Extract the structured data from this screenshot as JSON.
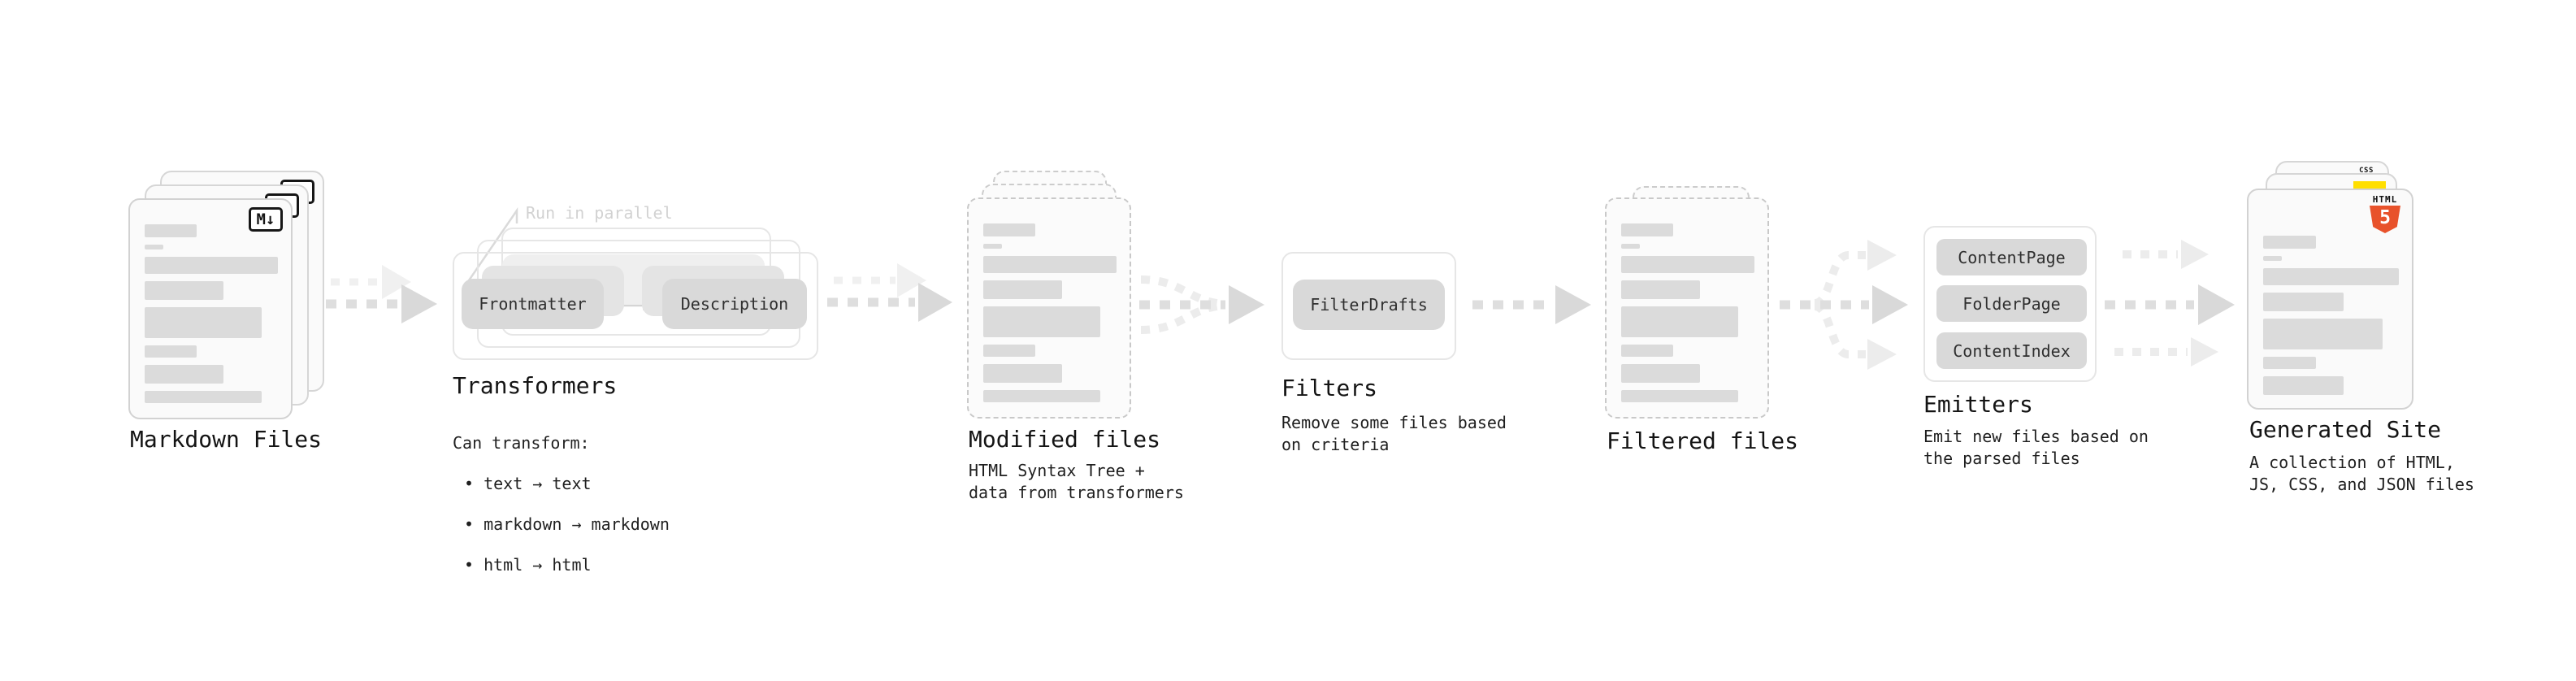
{
  "diagram": {
    "markdown_files": {
      "label": "Markdown Files",
      "icon": "M↓"
    },
    "transformers": {
      "note": "Run in parallel",
      "input_node": "Frontmatter",
      "output_node": "Description",
      "title": "Transformers",
      "desc_heading": "Can transform:",
      "bullets": [
        "• text → text",
        "• markdown → markdown",
        "• html → html"
      ]
    },
    "modified_files": {
      "label": "Modified files",
      "desc": "HTML Syntax Tree +\ndata from transformers"
    },
    "filters": {
      "title": "Filters",
      "node": "FilterDrafts",
      "desc": "Remove some files based\non criteria"
    },
    "filtered_files": {
      "label": "Filtered files"
    },
    "emitters": {
      "title": "Emitters",
      "nodes": [
        "ContentPage",
        "FolderPage",
        "ContentIndex"
      ],
      "desc": "Emit new files based on\nthe parsed files"
    },
    "generated_site": {
      "label": "Generated Site",
      "desc": "A collection of HTML,\nJS, CSS, and JSON files",
      "html_icon_word": "HTML",
      "html_icon_number": "5",
      "css_icon_word": "CSS"
    },
    "colors": {
      "node_gray": "#d9d9d9",
      "arrow_gray": "#dedede",
      "html5_orange": "#e8522b",
      "js_yellow": "#ffdf00",
      "css_blue": "#2f6df2"
    }
  }
}
